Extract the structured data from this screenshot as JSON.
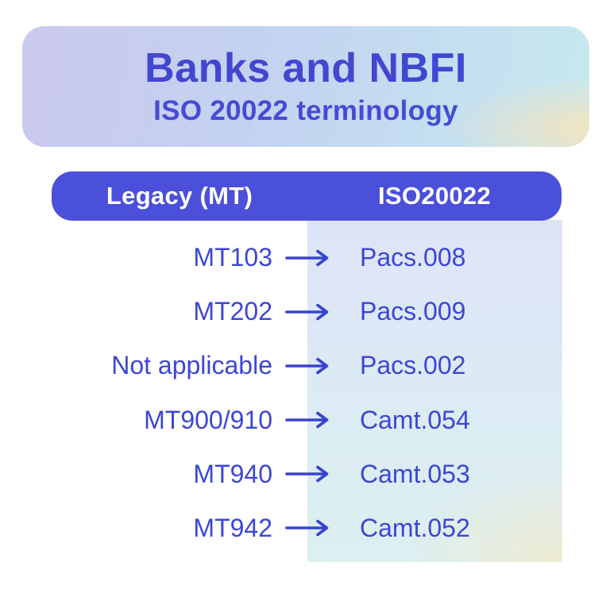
{
  "header": {
    "title": "Banks and NBFI",
    "subtitle": "ISO 20022 terminology"
  },
  "table": {
    "columns": [
      {
        "label": "Legacy (MT)"
      },
      {
        "label": "ISO20022"
      }
    ],
    "rows": [
      {
        "legacy": "MT103",
        "iso": "Pacs.008"
      },
      {
        "legacy": "MT202",
        "iso": "Pacs.009"
      },
      {
        "legacy": "Not applicable",
        "iso": "Pacs.002"
      },
      {
        "legacy": "MT900/910",
        "iso": "Camt.054"
      },
      {
        "legacy": "MT940",
        "iso": "Camt.053"
      },
      {
        "legacy": "MT942",
        "iso": "Camt.052"
      }
    ]
  },
  "icons": {
    "row_arrow": "right-arrow"
  },
  "colors": {
    "header_bar_blue": "#4a50d9",
    "title_blue": "#4247d2",
    "row_text_blue": "#3c46d5",
    "arrow_blue": "#3843cf",
    "card_lavender": "#cac9ee",
    "card_cyan": "#c7e9ef",
    "card_cream": "#f4e4bc",
    "column_periwinkle": "#dee4f8",
    "column_cyan": "#ddeff0",
    "column_cream": "#f0ebcd",
    "page_background": "#ffffff",
    "header_text": "#ffffff"
  }
}
